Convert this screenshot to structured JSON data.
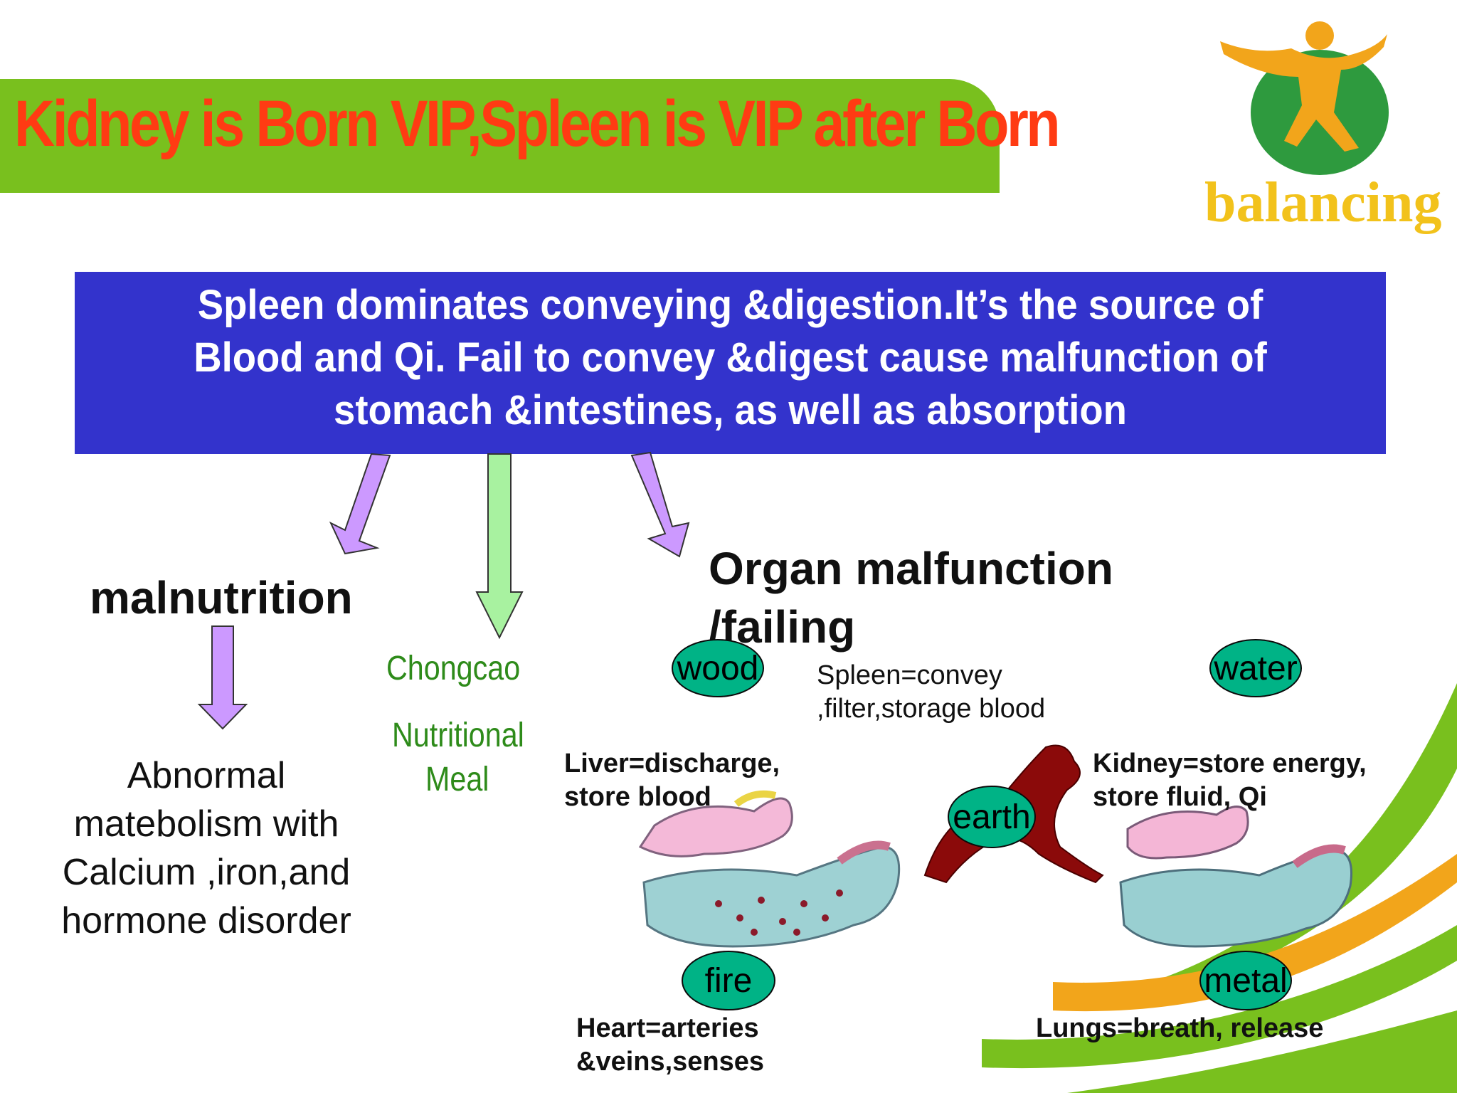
{
  "header": {
    "title": "Kidney is Born VIP,Spleen is VIP after Born",
    "banner_color": "#79c01e",
    "title_color": "#ff3b13"
  },
  "logo": {
    "text": "balancing",
    "text_color": "#f2c21b",
    "icon": "balancing-person-logo-icon"
  },
  "summary": {
    "lines": [
      "Spleen dominates conveying &digestion.It’s the source of",
      "Blood and Qi. Fail to convey &digest cause malfunction of",
      "stomach &intestines, as well as absorption"
    ],
    "background": "#3333cc"
  },
  "left": {
    "heading": "malnutrition",
    "lines": [
      "Abnormal",
      "matebolism with",
      "Calcium ,iron,and",
      "hormone disorder"
    ]
  },
  "middle": {
    "line1": "Chongcao",
    "line2": "Nutritional",
    "line3": "Meal",
    "color": "#2e8b1a"
  },
  "right": {
    "heading_line1": "Organ malfunction",
    "heading_line2": "/failing"
  },
  "elements": {
    "wood": "wood",
    "water": "water",
    "earth": "earth",
    "fire": "fire",
    "metal": "metal",
    "ellipse_color": "#00b386"
  },
  "organs": {
    "spleen_1": "Spleen=convey",
    "spleen_2": ",filter,storage blood",
    "liver_1": "Liver=discharge,",
    "liver_2": "store blood",
    "kidney_1": "Kidney=store energy,",
    "kidney_2": "store fluid, Qi",
    "heart_1": "Heart=arteries",
    "heart_2": "&veins,senses",
    "lungs": "Lungs=breath, release"
  },
  "arrows": {
    "purple": "#cc99ff",
    "green": "#a8f2a0"
  }
}
